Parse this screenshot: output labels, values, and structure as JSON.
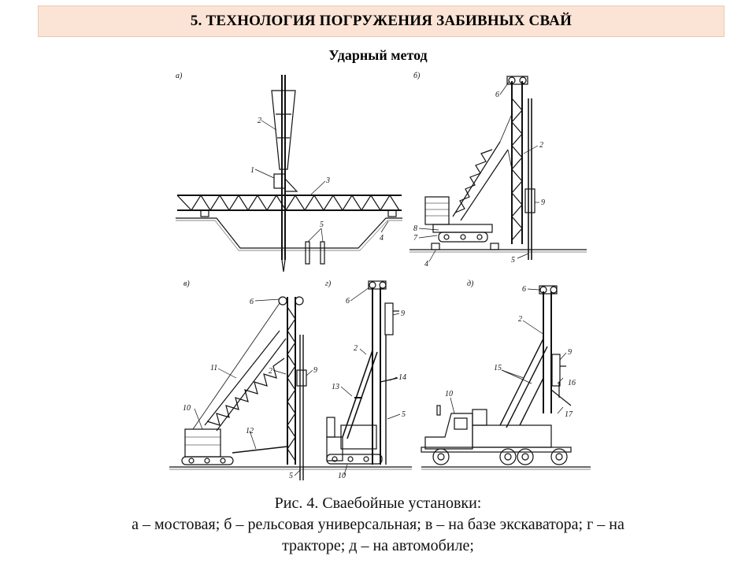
{
  "header": {
    "title": "5. ТЕХНОЛОГИЯ ПОГРУЖЕНИЯ ЗАБИВНЫХ СВАЙ"
  },
  "subtitle": "Ударный метод",
  "figure": {
    "panels": {
      "a": {
        "letter": "а)",
        "labels": {
          "l1": "1",
          "l2": "2",
          "l3": "3",
          "l4": "4",
          "l5": "5"
        }
      },
      "b": {
        "letter": "б)",
        "labels": {
          "l6": "6",
          "l2": "2",
          "l9": "9",
          "l8": "8",
          "l7": "7",
          "l4": "4",
          "l5": "5"
        }
      },
      "v": {
        "letter": "в)",
        "labels": {
          "l6": "6",
          "l11": "11",
          "l2": "2",
          "l9": "9",
          "l10": "10",
          "l12": "12",
          "l5": "5"
        }
      },
      "g": {
        "letter": "г)",
        "labels": {
          "l6": "6",
          "l9": "9",
          "l2": "2",
          "l13": "13",
          "l14": "14",
          "l5": "5",
          "l10": "10"
        }
      },
      "d": {
        "letter": "д)",
        "labels": {
          "l6": "6",
          "l2": "2",
          "l9": "9",
          "l15": "15",
          "l16": "16",
          "l10": "10",
          "l17": "17"
        }
      }
    }
  },
  "caption": {
    "line1": "Рис. 4. Сваебойные установки:",
    "line2": "а – мостовая; б – рельсовая универсальная; в – на базе экскаватора; г – на",
    "line3": "тракторе; д – на автомобиле;"
  }
}
